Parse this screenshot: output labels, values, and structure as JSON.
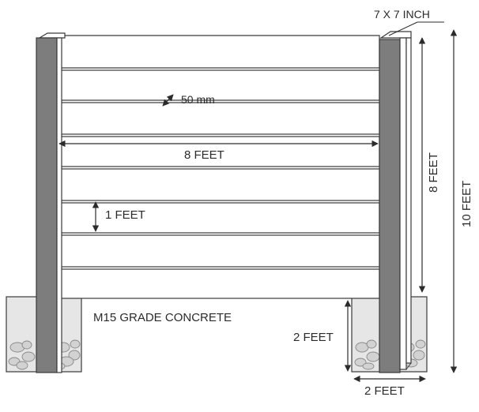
{
  "labels": {
    "post_size": "7 X 7 INCH",
    "slab_thickness": "50 mm",
    "span": "8 FEET",
    "slab_height": "1 FEET",
    "post_height": "8 FEET",
    "total_height": "10 FEET",
    "concrete": "M15 GRADE CONCRETE",
    "footing_depth": "2 FEET",
    "footing_width": "2 FEET"
  },
  "colors": {
    "post": "#7d7d7d",
    "outline": "#3a3a3a",
    "footing_fill": "#e6e6e6",
    "stone_fill": "#d2d2d2",
    "dimension": "#2b2b2b"
  }
}
